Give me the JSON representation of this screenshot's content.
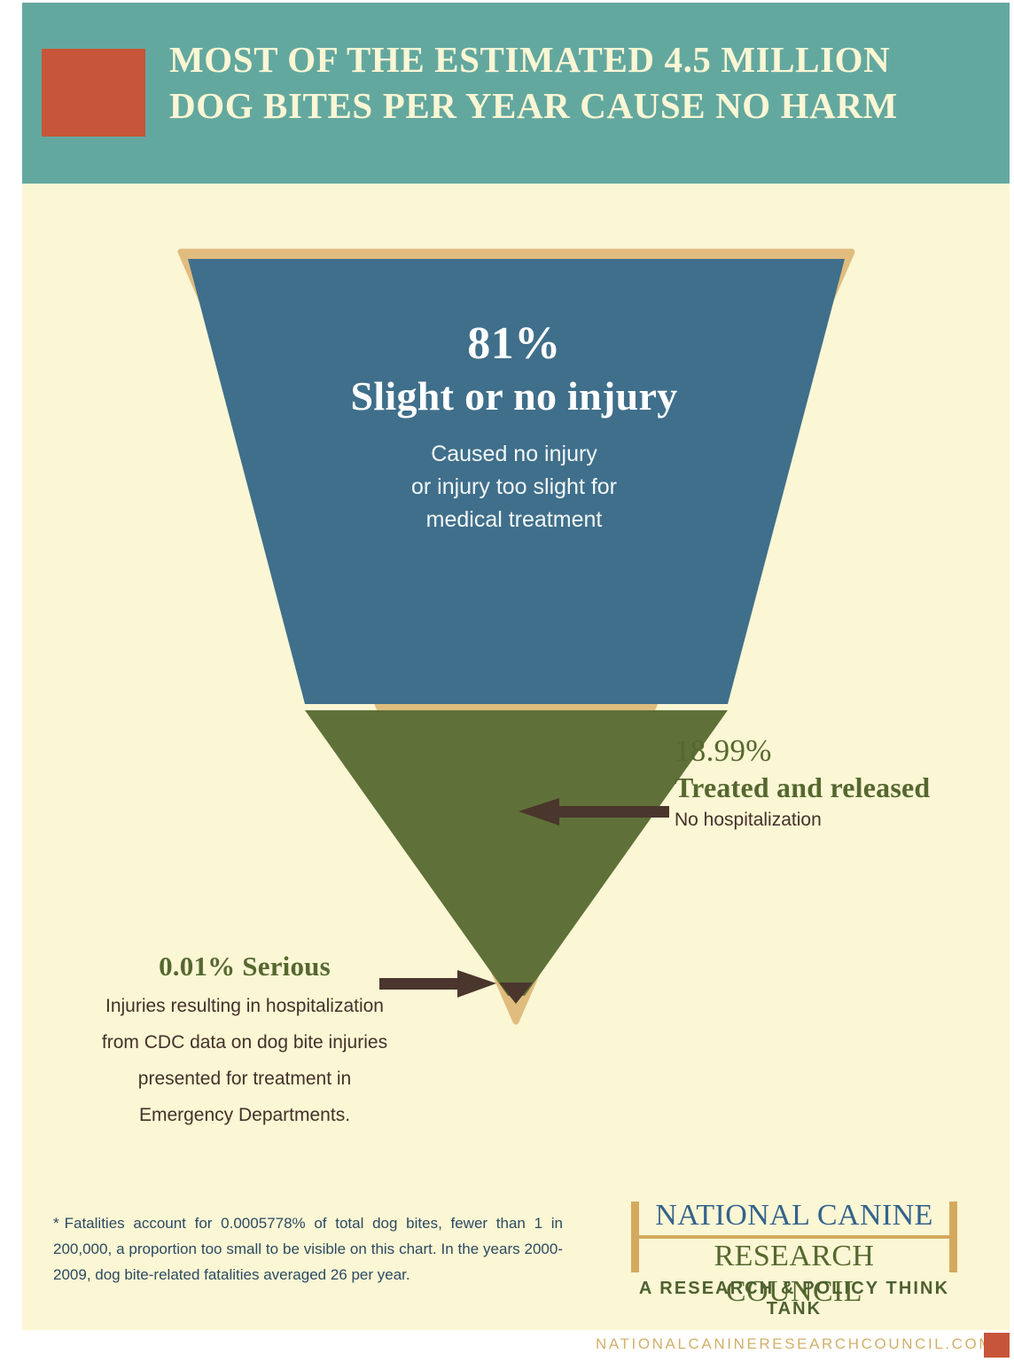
{
  "header": {
    "title_line1": "MOST OF THE ESTIMATED 4.5 MILLION",
    "title_line2": "DOG BITES PER YEAR CAUSE NO HARM",
    "band_color": "#63a89f",
    "swatch_color": "#c75539",
    "title_color": "#fbf6d4"
  },
  "chart_data": {
    "type": "pie",
    "title": "MOST OF THE ESTIMATED 4.5 MILLION DOG BITES PER YEAR CAUSE NO HARM",
    "shape": "inverted-triangle",
    "total_bites": "4.5 million",
    "categories": [
      "Slight or no injury",
      "Treated and released",
      "Serious"
    ],
    "values": [
      81,
      18.99,
      0.01
    ],
    "value_labels": [
      "81%",
      "18.99%",
      "0.01%"
    ],
    "colors": [
      "#3f6f8b",
      "#5f7138",
      "#4a362c"
    ],
    "border_color": "#e0bc7e",
    "legend": "inline-annotations",
    "grid": false,
    "segments": [
      {
        "name": "Slight or no injury",
        "percent_label": "81%",
        "label": "Slight or no injury",
        "description_lines": [
          "Caused no injury",
          "or injury too slight for",
          "medical treatment"
        ],
        "color": "#3f6f8b",
        "text_color": "#ffffff"
      },
      {
        "name": "Treated and released",
        "percent_label": "18.99%",
        "label": "Treated and released",
        "description_lines": [
          "No hospitalization"
        ],
        "color": "#5f7138",
        "text_color": "#55682f",
        "sub_text_color": "#44312a"
      },
      {
        "name": "Serious",
        "percent_label": "0.01% Serious",
        "label": "Serious",
        "description_lines": [
          "Injuries resulting in hospitalization",
          "from CDC data on dog bite injuries",
          "presented for treatment in",
          "Emergency Departments."
        ],
        "color": "#4a362c",
        "text_color": "#55682f",
        "sub_text_color": "#44312a"
      }
    ]
  },
  "footnote": {
    "marker": "*",
    "text": "Fatalities account for 0.0005778% of total dog bites, fewer than 1 in 200,000, a proportion too small to be visible on this chart. In the years 2000-2009, dog bite-related fatalities averaged 26 per year.",
    "color": "#2b4a63"
  },
  "logo": {
    "line1": "NATIONAL CANINE",
    "line2": "RESEARCH COUNCIL",
    "tagline": "A RESEARCH & POLICY THINK TANK",
    "line1_color": "#33638c",
    "line2_color": "#55682f",
    "rule_color": "#d4a95e"
  },
  "footer": {
    "url": "NATIONALCANINERESEARCHCOUNCIL.COM",
    "url_color": "#d2b069",
    "swatch_color": "#c75539"
  },
  "icons": {
    "arrow_right": "arrow-right-icon",
    "arrow_left": "arrow-left-icon"
  }
}
